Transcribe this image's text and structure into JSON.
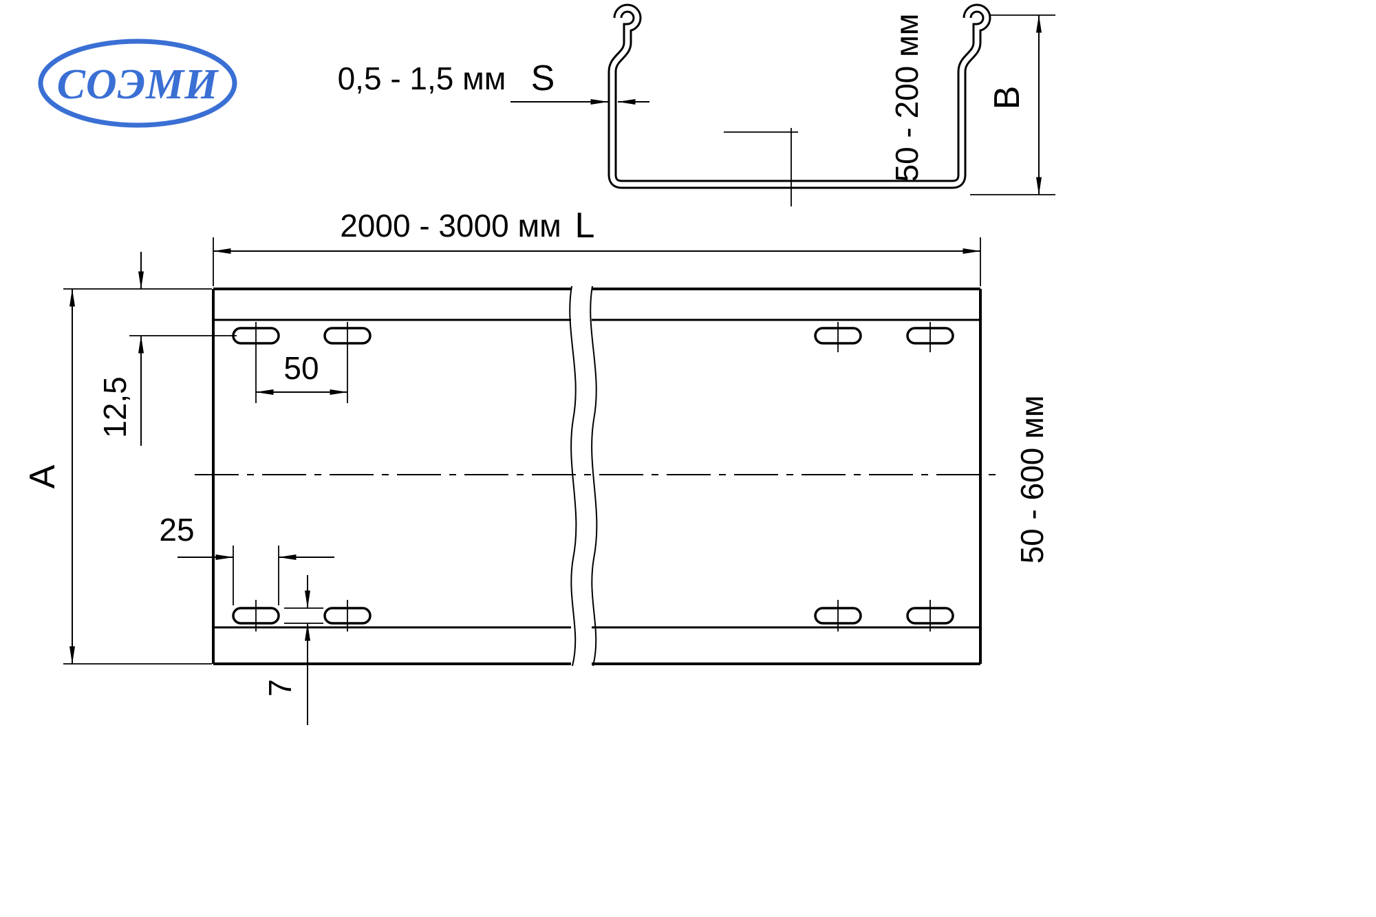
{
  "logo": {
    "text": "СОЭМИ"
  },
  "colors": {
    "logo_blue": "#3a6fd4",
    "line": "#000000",
    "background": "#ffffff"
  },
  "section_view": {
    "thickness_value": "0,5 - 1,5 мм",
    "thickness_letter": "S",
    "height_value": "50 - 200 мм",
    "height_letter": "B"
  },
  "plan_view": {
    "length_value": "2000 - 3000 мм",
    "length_letter": "L",
    "width_letter": "A",
    "width_value": "50 - 600 мм",
    "edge_offset": "12,5",
    "slot_pitch": "50",
    "slot_length": "25",
    "slot_width": "7"
  }
}
